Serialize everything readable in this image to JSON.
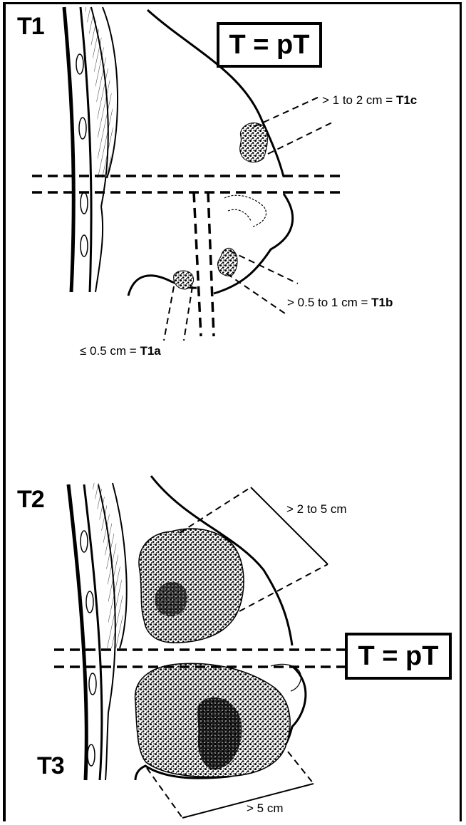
{
  "stages": {
    "t1": "T1",
    "t2": "T2",
    "t3": "T3"
  },
  "legend_box": "T = pT",
  "t1_sizes": {
    "t1c": {
      "range": "> 1 to 2 cm =",
      "code": "T1c"
    },
    "t1b": {
      "range": "> 0.5 to 1 cm =",
      "code": "T1b"
    },
    "t1a": {
      "range": "≤ 0.5 cm =",
      "code": "T1a"
    }
  },
  "t2_size": "> 2 to 5 cm",
  "t3_size": "> 5 cm",
  "colors": {
    "ink": "#000000",
    "background": "#ffffff"
  }
}
